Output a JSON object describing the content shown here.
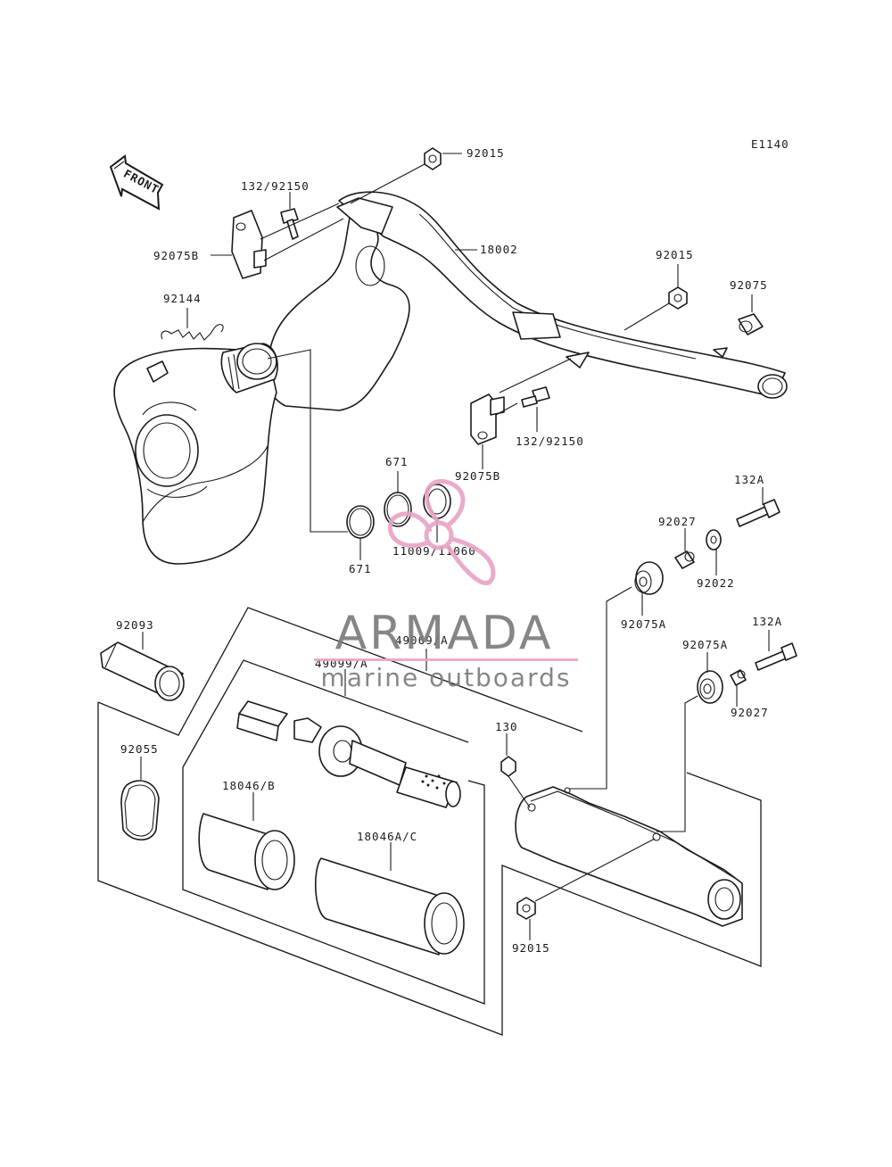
{
  "diagram_code": "E1140",
  "front_label": "FRONT",
  "watermark": {
    "brand": "ARMADA",
    "tagline": "marine outboards",
    "accent_color": "#e8a3c6",
    "text_color": "#7a7a7a"
  },
  "part_labels": {
    "p92015_top": "92015",
    "p132_92150_top": "132/92150",
    "p92075B_left": "92075B",
    "p18002": "18002",
    "p92144": "92144",
    "p92015_right": "92015",
    "p92075": "92075",
    "p132_92150_mid": "132/92150",
    "p92075B_mid": "92075B",
    "p671_upper": "671",
    "p671_lower": "671",
    "p11009_11060": "11009/11060",
    "p132A_top": "132A",
    "p92027_top": "92027",
    "p92022": "92022",
    "p92075A_top": "92075A",
    "p92093": "92093",
    "p49069A": "49069/A",
    "p49099A": "49099/A",
    "p132A_bottom": "132A",
    "p92075A_bottom": "92075A",
    "p92027_bottom": "92027",
    "p130": "130",
    "p92055": "92055",
    "p18046B": "18046/B",
    "p18046AC": "18046A/C",
    "p92015_bottom": "92015"
  }
}
